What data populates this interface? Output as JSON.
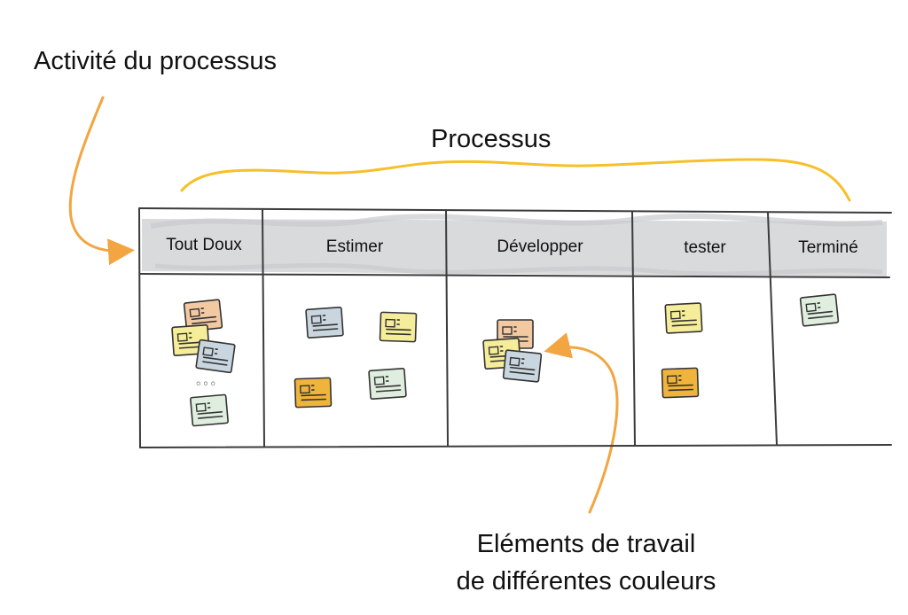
{
  "labels": {
    "activity": "Activité du processus",
    "process": "Processus",
    "work_items_line1": "Eléments de travail",
    "work_items_line2": "de différentes couleurs"
  },
  "columns": [
    {
      "title": "Tout Doux",
      "cards": [
        "orange",
        "yellow",
        "blue",
        "green"
      ],
      "ellipsis": true
    },
    {
      "title": "Estimer",
      "cards": [
        "blue",
        "yellow",
        "amber",
        "green"
      ]
    },
    {
      "title": "Développer",
      "cards": [
        "orange",
        "yellow",
        "blue"
      ]
    },
    {
      "title": "tester",
      "cards": [
        "yellow",
        "amber"
      ]
    },
    {
      "title": "Terminé",
      "cards": [
        "green"
      ]
    }
  ],
  "colors": {
    "arrow": "#f2a540",
    "brace": "#f5c02a",
    "header_band": "#d8dadc",
    "card_orange": "#f3c9a2",
    "card_yellow": "#f6ed9a",
    "card_blue": "#c9d6df",
    "card_green": "#dfeede",
    "card_amber": "#f0b43c"
  },
  "icons": [
    "card-icon",
    "arrow-icon",
    "brace-icon",
    "ellipsis-icon"
  ]
}
